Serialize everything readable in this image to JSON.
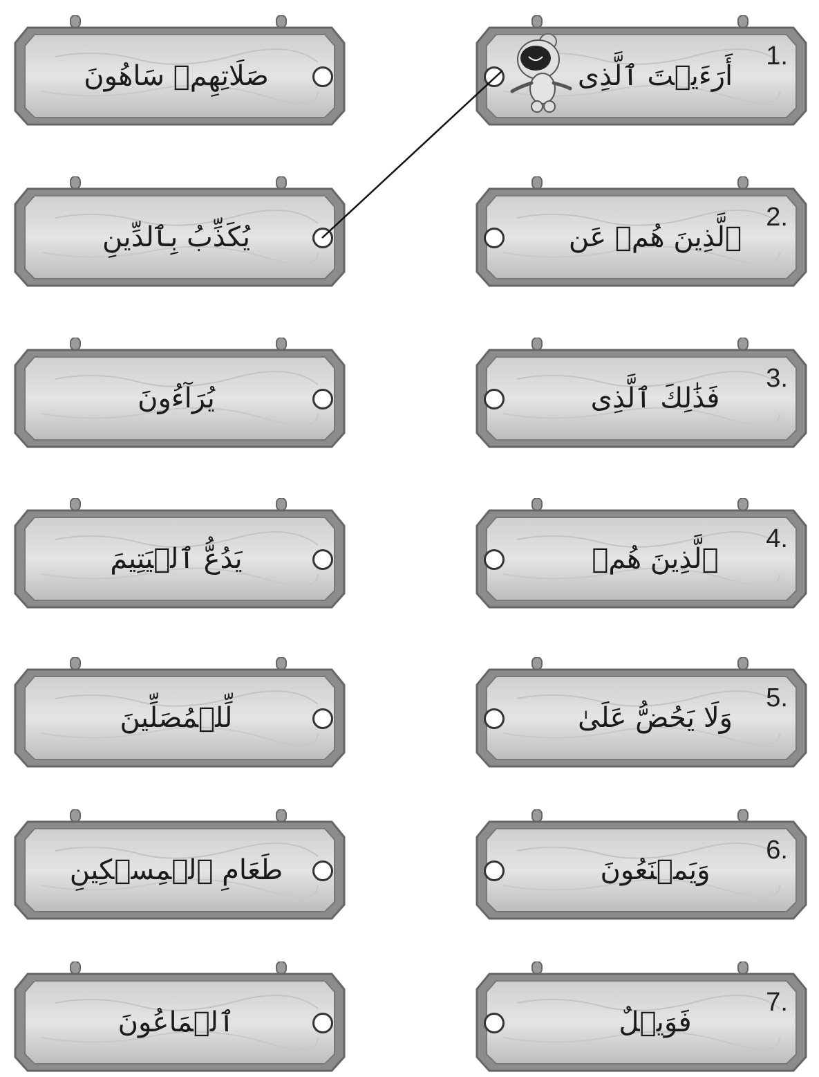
{
  "left_column": [
    {
      "text": "صَلَاتِهِمۡ سَاهُونَ"
    },
    {
      "text": "يُكَذِّبُ بِٱلدِّينِ"
    },
    {
      "text": "يُرَآءُونَ"
    },
    {
      "text": "يَدُعُّ ٱلۡيَتِيمَ"
    },
    {
      "text": "لِّلۡمُصَلِّينَ"
    },
    {
      "text": "طَعَامِ ٱلۡمِسۡكِينِ"
    },
    {
      "text": "ٱلۡمَاعُونَ"
    }
  ],
  "right_column": [
    {
      "number": "1.",
      "text": "أَرَءَيۡتَ ٱلَّذِى"
    },
    {
      "number": "2.",
      "text": "ٱلَّذِينَ هُمۡ عَن"
    },
    {
      "number": "3.",
      "text": "فَذَٰلِكَ ٱلَّذِى"
    },
    {
      "number": "4.",
      "text": "ٱلَّذِينَ هُمۡ"
    },
    {
      "number": "5.",
      "text": "وَلَا يَحُضُّ عَلَىٰ"
    },
    {
      "number": "6.",
      "text": "وَيَمۡنَعُونَ"
    },
    {
      "number": "7.",
      "text": "فَوَيۡلٌ"
    }
  ],
  "connection": {
    "from_right_item": 1,
    "to_left_item": 2
  },
  "colors": {
    "board_fill": "#d9d9d9",
    "board_frame": "#8c8c8c",
    "line": "#111111"
  },
  "icons": {
    "mascot": "robot-mascot-icon",
    "connector_dot": "circle-dot-icon"
  }
}
